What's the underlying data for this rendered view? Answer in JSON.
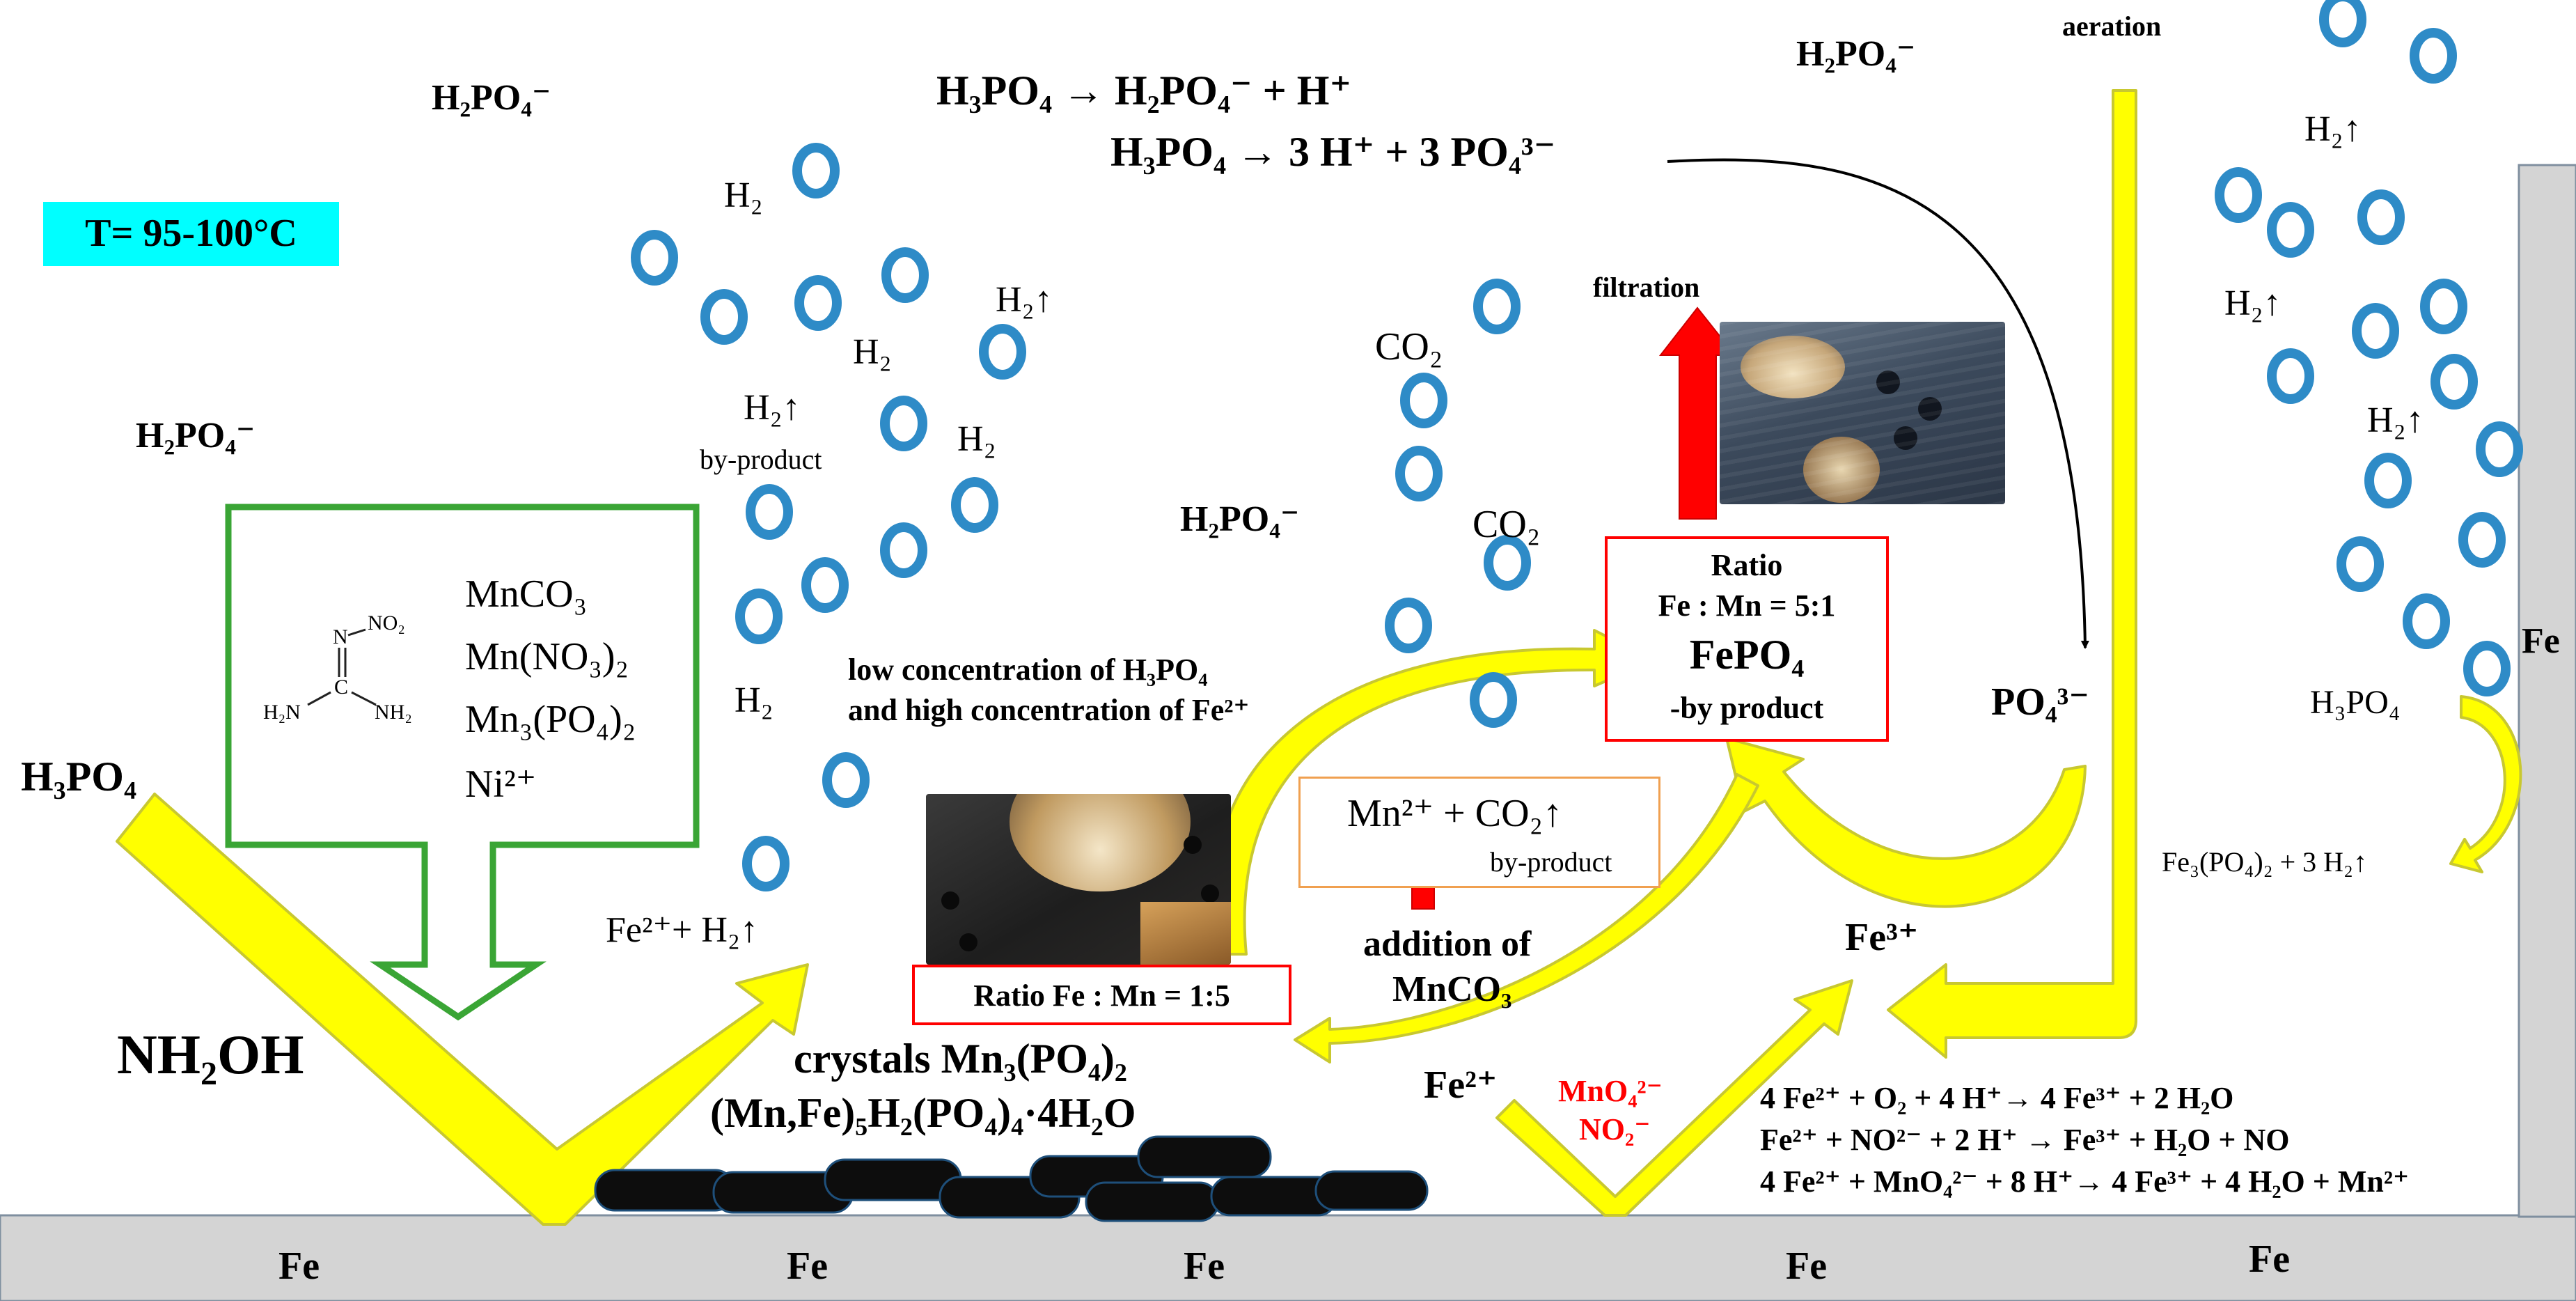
{
  "temperature": "T= 95-100°C",
  "colors": {
    "bubble": "#2e8bc7",
    "arrow_fill": "#ffff00",
    "arrow_edge": "#c8c830",
    "green_box": "#3aa535",
    "red": "#ff0000",
    "orange_box": "#f0a050",
    "steel": "#d4d4d4",
    "temp_bg": "#00ffff"
  },
  "labels": {
    "h2po4": "H₂PO₄⁻",
    "h3po4": "H₃PO₄",
    "nh2oh": "NH₂OH",
    "h2": "H₂",
    "h2_up": "H₂↑",
    "by_product": "by-product",
    "co2": "CO₂",
    "fe": "Fe",
    "fe2_h2": "Fe²⁺+ H₂↑",
    "fe2": "Fe²⁺",
    "fe3": "Fe³⁺",
    "po4": "PO₄³⁻",
    "aeration": "aeration",
    "filtration": "filtration",
    "oxidants": [
      "MnO₄²⁻",
      "NO₂⁻"
    ],
    "fe3po4_eq": "Fe₃(PO₄)₂ + 3 H₂↑"
  },
  "equations_top": [
    "H₃PO₄ → H₂PO₄⁻ + H⁺",
    "H₃PO₄ → 3 H⁺ + 3 PO₄³⁻"
  ],
  "additives": [
    "MnCO₃",
    "Mn(NO₃)₂",
    "Mn₃(PO₄)₂",
    "Ni²⁺"
  ],
  "molecule": {
    "no2": "NO₂",
    "n": "N",
    "c": "C",
    "h2n": "H₂N",
    "nh2": "NH₂"
  },
  "condition": [
    "low concentration of H₃PO₄",
    "and high concentration of Fe²⁺"
  ],
  "ratio_low": "Ratio Fe : Mn = 1:5",
  "ratio_high": {
    "title": "Ratio",
    "ratio": "Fe : Mn = 5:1",
    "product": "FePO₄",
    "note": "-by product"
  },
  "mn_box": {
    "main": "Mn²⁺ + CO₂↑",
    "note": "by-product"
  },
  "addition": [
    "addition of",
    "MnCO₃"
  ],
  "crystals": [
    "crystals Mn₃(PO₄)₂",
    "(Mn,Fe)₅H₂(PO₄)₄·4H₂O"
  ],
  "oxidation_equations": [
    "4 Fe²⁺ + O₂ + 4 H⁺→ 4 Fe³⁺ + 2 H₂O",
    "Fe²⁺ + NO²⁻ + 2 H⁺ → Fe³⁺ + H₂O + NO",
    "4 Fe²⁺ + MnO₄²⁻ + 8 H⁺→ 4 Fe³⁺ + 4 H₂O + Mn²⁺"
  ]
}
